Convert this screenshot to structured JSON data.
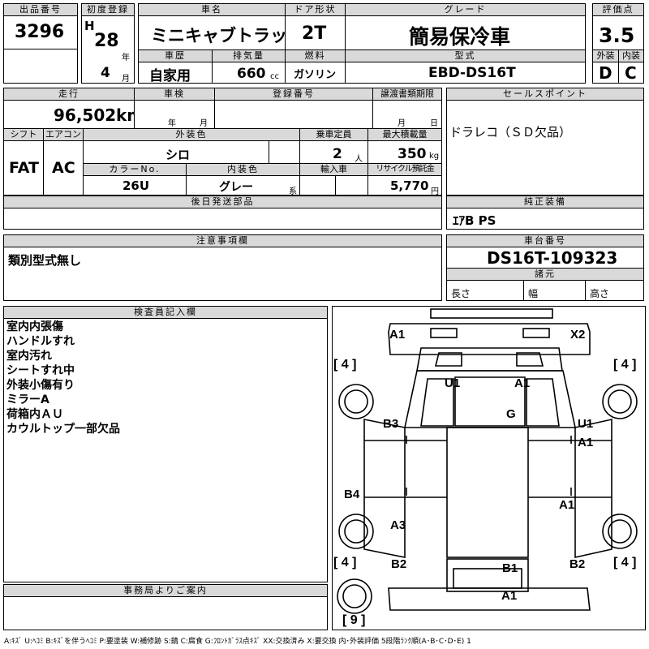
{
  "header": {
    "lot_no_label": "出品番号",
    "lot_no": "3296",
    "first_reg_label": "初度登録",
    "era": "H",
    "year": "28",
    "year_unit": "年",
    "month": "4",
    "month_unit": "月",
    "car_name_label": "車名",
    "car_name": "ミニキャブトラック",
    "history_label": "車歴",
    "history": "自家用",
    "displacement_label": "排気量",
    "displacement": "660",
    "displacement_unit": "cc",
    "door_label": "ドア形状",
    "door": "2T",
    "fuel_label": "燃料",
    "fuel": "ガソリン",
    "grade_label": "グレード",
    "grade": "簡易保冷車",
    "model_label": "型式",
    "model": "EBD-DS16T",
    "score_label": "評価点",
    "score": "3.5",
    "ext_label": "外装",
    "ext": "D",
    "int_label": "内装",
    "int": "C"
  },
  "row2": {
    "mileage_label": "走行",
    "mileage": "96,502",
    "mileage_unit": "km",
    "inspection_label": "車検",
    "inspection_year_unit": "年",
    "inspection_month_unit": "月",
    "reg_no_label": "登録番号",
    "transfer_label": "譲渡書類期限",
    "transfer_month_unit": "月",
    "transfer_day_unit": "日",
    "shift_label": "シフト",
    "shift": "FAT",
    "ac_label": "エアコン",
    "ac": "AC",
    "ext_color_label": "外装色",
    "ext_color": "シロ",
    "capacity_label": "乗車定員",
    "capacity": "2",
    "capacity_unit": "人",
    "load_label": "最大積載量",
    "load": "350",
    "load_unit": "kg",
    "color_no_label": "カラーNo.",
    "color_no": "26U",
    "int_color_label": "内装色",
    "int_color": "グレー",
    "int_color_suffix": "系",
    "import_label": "輸入車",
    "recycle_label": "リサイクル預託金",
    "recycle": "5,770",
    "recycle_unit": "円",
    "later_parts_label": "後日発送部品"
  },
  "sales": {
    "label": "セールスポイント",
    "text": "ドラレコ（ＳＤ欠品）",
    "genuine_label": "純正装備",
    "genuine": "ｴｱB PS"
  },
  "notes": {
    "label": "注意事項欄",
    "text": "類別型式無し"
  },
  "chassis": {
    "label": "車台番号",
    "value": "DS16T-109323",
    "dims_label": "諸元",
    "length_label": "長さ",
    "width_label": "幅",
    "height_label": "高さ"
  },
  "inspector": {
    "label": "検査員記入欄",
    "lines": [
      "室内内張傷",
      "ハンドルすれ",
      "室内汚れ",
      "シートすれ中",
      "外装小傷有り",
      "ミラーA",
      "荷箱内ＡＵ",
      "カウルトップ一部欠品"
    ]
  },
  "office": {
    "label": "事務局よりご案内"
  },
  "diagram": {
    "marks": [
      "A1",
      "X2",
      "U1",
      "A1",
      "G",
      "B3",
      "U1",
      "A1",
      "B4",
      "A1",
      "A3",
      "B2",
      "B1",
      "B2",
      "A1"
    ],
    "tires": [
      "4",
      "4",
      "4",
      "4",
      "9"
    ]
  },
  "legend": {
    "text": "A:ｷｽﾞ U:ﾍｺﾐ B:ｷｽﾞを伴うﾍｺﾐ P:要塗装 W:補修跡 S:錆 C:腐食 G:ﾌﾛﾝﾄｶﾞﾗｽ点ｷｽﾞ XX:交換済み X:要交換 内･外装評価 5段階ﾗﾝｸ順(A･B･C･D･E) 1"
  }
}
